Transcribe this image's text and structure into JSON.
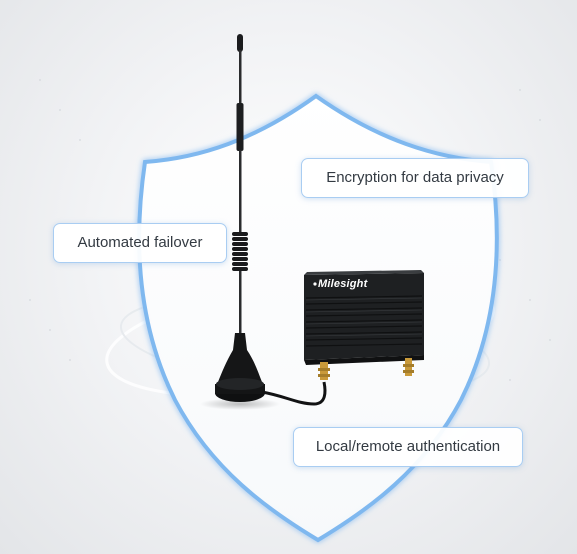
{
  "callouts": {
    "encryption": "Encryption for data privacy",
    "failover": "Automated failover",
    "authentication": "Local/remote authentication"
  },
  "device": {
    "brand": "Milesight"
  },
  "colors": {
    "shield_glow": "#7fb8ef",
    "callout_border": "#a9cdf2",
    "device_body": "#1e2022"
  }
}
